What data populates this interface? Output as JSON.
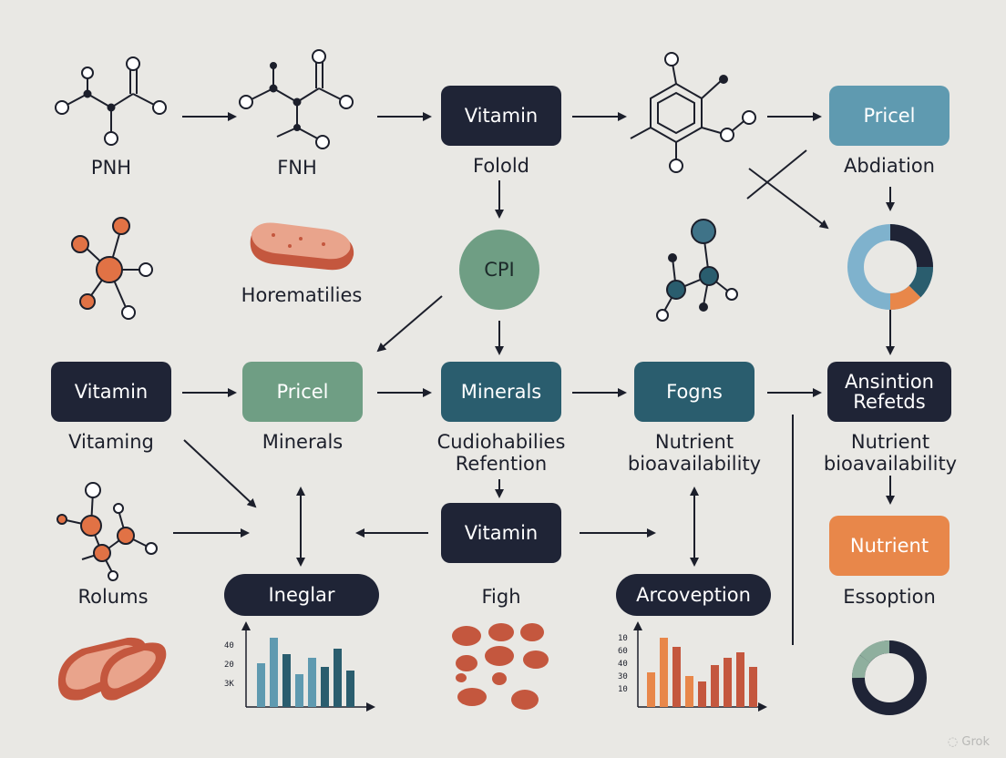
{
  "boxes": {
    "vitamin_top": "Vitamin",
    "pricel_top": "Pricel",
    "cpi": "CPI",
    "vitamin_left": "Vitamin",
    "pricel_mid": "Pricel",
    "minerals_mid": "Minerals",
    "fogns": "Fogns",
    "ansintion": "Ansintion Refetds",
    "vitamin_low": "Vitamin",
    "ineglar": "Ineglar",
    "arcoveption": "Arcoveption",
    "nutrient_box": "Nutrient"
  },
  "labels": {
    "pnh": "PNH",
    "fnh": "FNH",
    "folold": "Folold",
    "abdiation": "Abdiation",
    "horematilies": "Horematilies",
    "vitaming": "Vitaming",
    "minerals": "Minerals",
    "cudiohabilies_1": "Cudiohabilies",
    "cudiohabilies_2": "Refention",
    "nutrient_1_a": "Nutrient",
    "nutrient_1_b": "bioavailability",
    "nutrient_2_a": "Nutrient",
    "nutrient_2_b": "bioavailability",
    "rolums": "Rolums",
    "figh": "Figh",
    "essoption": "Essoption"
  },
  "chart_left": {
    "ticks": [
      "40",
      "20",
      "3K"
    ]
  },
  "chart_right": {
    "ticks": [
      "10",
      "60",
      "40",
      "30",
      "10"
    ]
  },
  "watermark": "Grok",
  "colors": {
    "dark": "#1f2436",
    "green": "#6f9e84",
    "teal": "#2a5d6e",
    "blue": "#5f9ab0",
    "orange": "#e8874a",
    "rust": "#c4573e"
  }
}
